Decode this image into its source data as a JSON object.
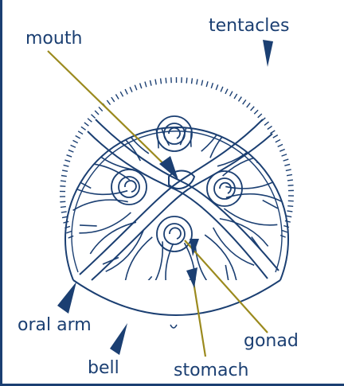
{
  "labels": {
    "mouth": "mouth",
    "tentacles": "tentacles",
    "oral_arm": "oral arm",
    "bell": "bell",
    "stomach": "stomach",
    "gonad": "gonad"
  },
  "colors": {
    "ink": "#1b3f72",
    "pointer_line": "#9b8a1e",
    "background": "#ffffff"
  }
}
